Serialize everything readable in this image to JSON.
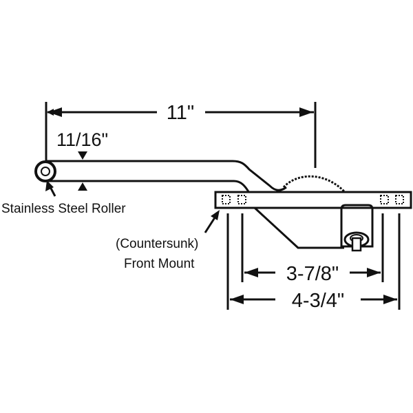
{
  "dimensions": {
    "overall_length": "11\"",
    "arm_width": "11/16\"",
    "hole_spacing": "3-7/8\"",
    "base_length": "4-3/4\""
  },
  "labels": {
    "roller": "Stainless Steel Roller",
    "mount_line1": "(Countersunk)",
    "mount_line2": "Front Mount"
  },
  "colors": {
    "line": "#111111",
    "background": "#ffffff"
  }
}
